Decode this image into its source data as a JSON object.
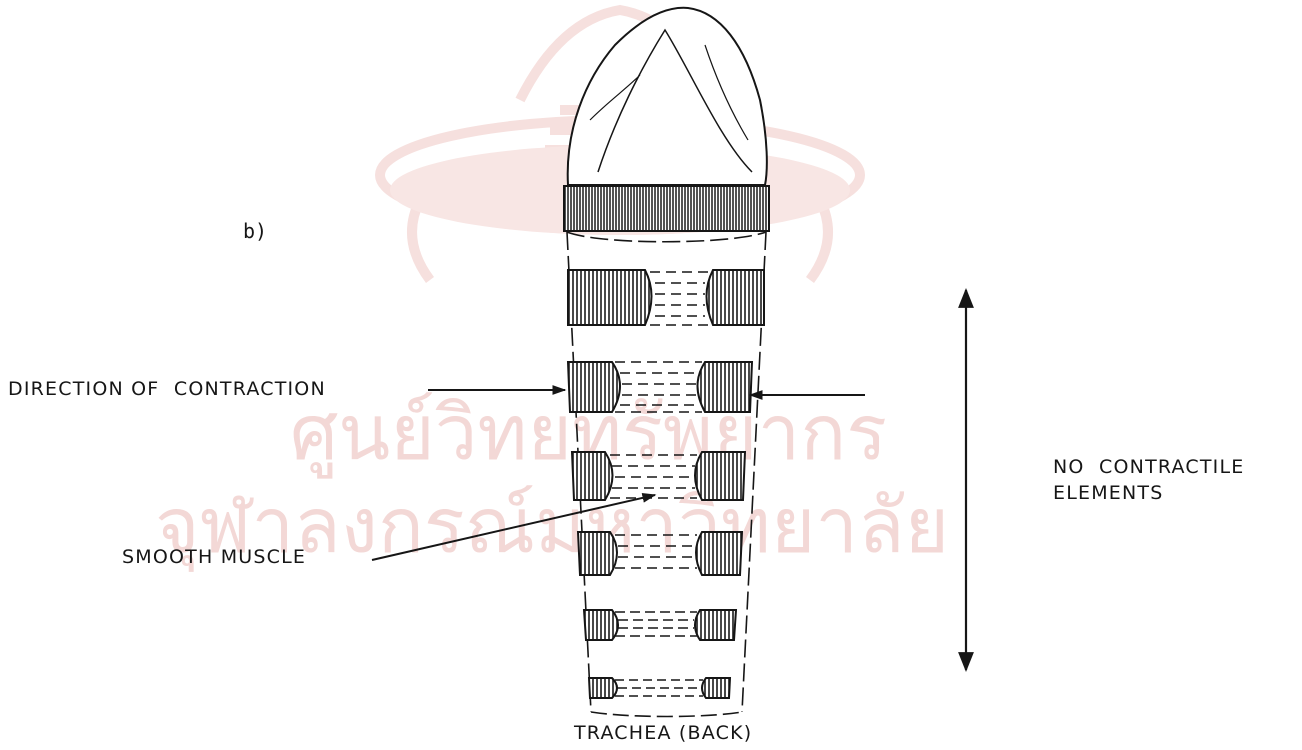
{
  "panel_label": "b)",
  "labels": {
    "direction_of_contraction": "DIRECTION OF  CONTRACTION",
    "smooth_muscle": "SMOOTH MUSCLE",
    "no_contractile_line1": "NO  CONTRACTILE",
    "no_contractile_line2": "ELEMENTS",
    "caption": "TRACHEA (BACK)"
  },
  "watermark": {
    "line1": "ศูนย์วิทยทรัพยากร",
    "line2": "จุฬาลงกรณ์มหาวิทยาลัย",
    "color": "#f3d8d6"
  },
  "colors": {
    "ink": "#161616",
    "watermark": "#f3d8d6"
  }
}
